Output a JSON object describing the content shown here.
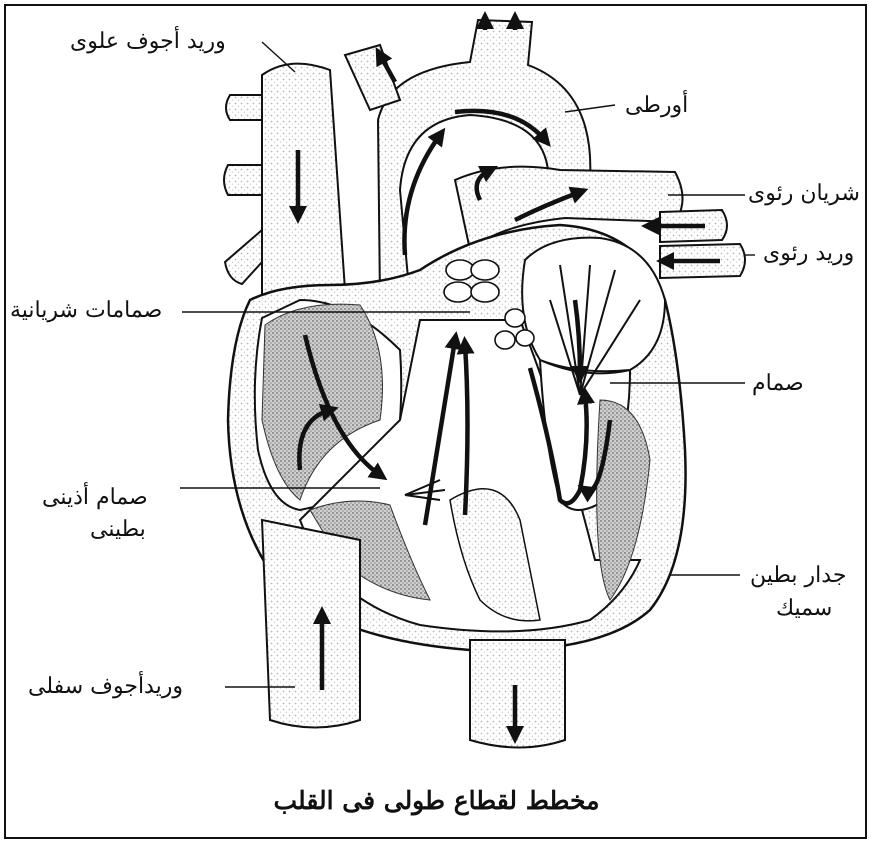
{
  "labels": {
    "superior_vena_cava": "وريد أجوف علوى",
    "aorta": "أورطى",
    "pulmonary_artery": "شريان رئوى",
    "pulmonary_vein": "وريد رئوى",
    "semilunar_valves": "صمامات شريانية",
    "valve": "صمام",
    "av_valve_line1": "صمام أذينى",
    "av_valve_line2": "بطينى",
    "ventricle_wall_line1": "جدار بطين",
    "ventricle_wall_line2": "سميك",
    "inferior_vena_cava": "وريدأجوف سفلى"
  },
  "caption": "مخطط لقطاع طولى فى القلب",
  "colors": {
    "ink": "#111111",
    "stipple_light": "#e4e4e4",
    "stipple_dark": "#9a9a9a"
  }
}
